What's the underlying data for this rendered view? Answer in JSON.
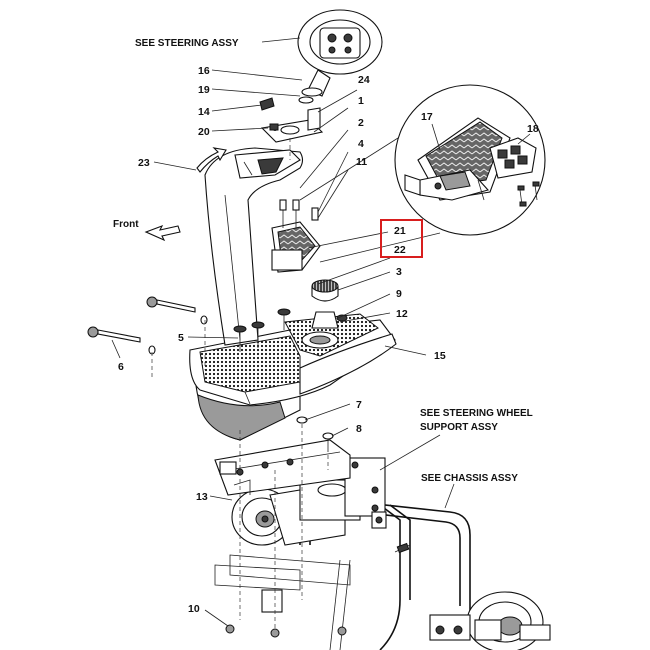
{
  "captions": {
    "steering_assy": "SEE STEERING ASSY",
    "steering_wheel_support_line1": "SEE STEERING WHEEL",
    "steering_wheel_support_line2": "SUPPORT ASSY",
    "chassis_assy": "SEE CHASSIS ASSY",
    "front": "Front"
  },
  "callouts": {
    "c1": "1",
    "c2": "2",
    "c3": "3",
    "c4": "4",
    "c5": "5",
    "c6": "6",
    "c7": "7",
    "c8": "8",
    "c9": "9",
    "c10": "10",
    "c11": "11",
    "c12": "12",
    "c13": "13",
    "c14": "14",
    "c15": "15",
    "c16": "16",
    "c17": "17",
    "c18": "18",
    "c19": "19",
    "c20": "20",
    "c21": "21",
    "c22": "22",
    "c23": "23",
    "c24": "24"
  },
  "colors": {
    "highlight": "#d81e1e",
    "ink": "#111111"
  }
}
